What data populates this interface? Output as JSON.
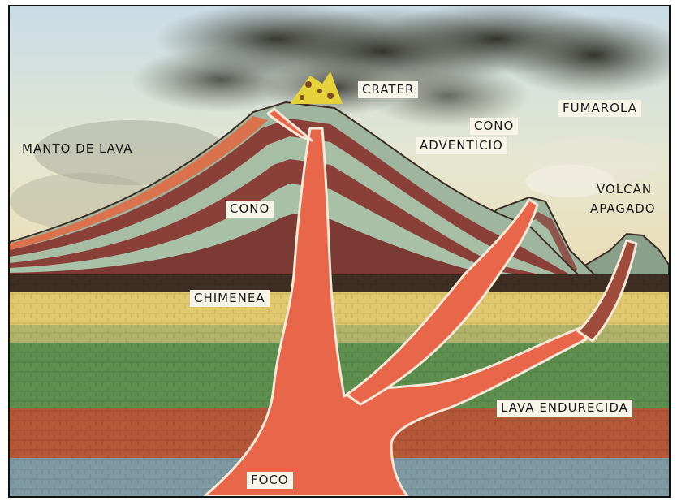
{
  "labels": {
    "crater": "CRATER",
    "fumarola": "FUMAROLA",
    "cono_adventicio_1": "CONO",
    "cono_adventicio_2": "ADVENTICIO",
    "manto_de_lava": "MANTO DE LAVA",
    "volcan_apagado_1": "VOLCAN",
    "volcan_apagado_2": "APAGADO",
    "cono": "CONO",
    "chimenea": "CHIMENEA",
    "lava_endurecida": "LAVA ENDURECIDA",
    "foco": "FOCO"
  },
  "colors": {
    "magma": "#e8674a",
    "magma_outline": "#f6e9d8",
    "sky": "#dfe6d6",
    "smoke": "#3a3a30",
    "layer_yellow": "#e5d07a",
    "layer_green": "#5f8f50",
    "layer_red": "#b95a3c",
    "layer_blue": "#7f9aa3"
  }
}
